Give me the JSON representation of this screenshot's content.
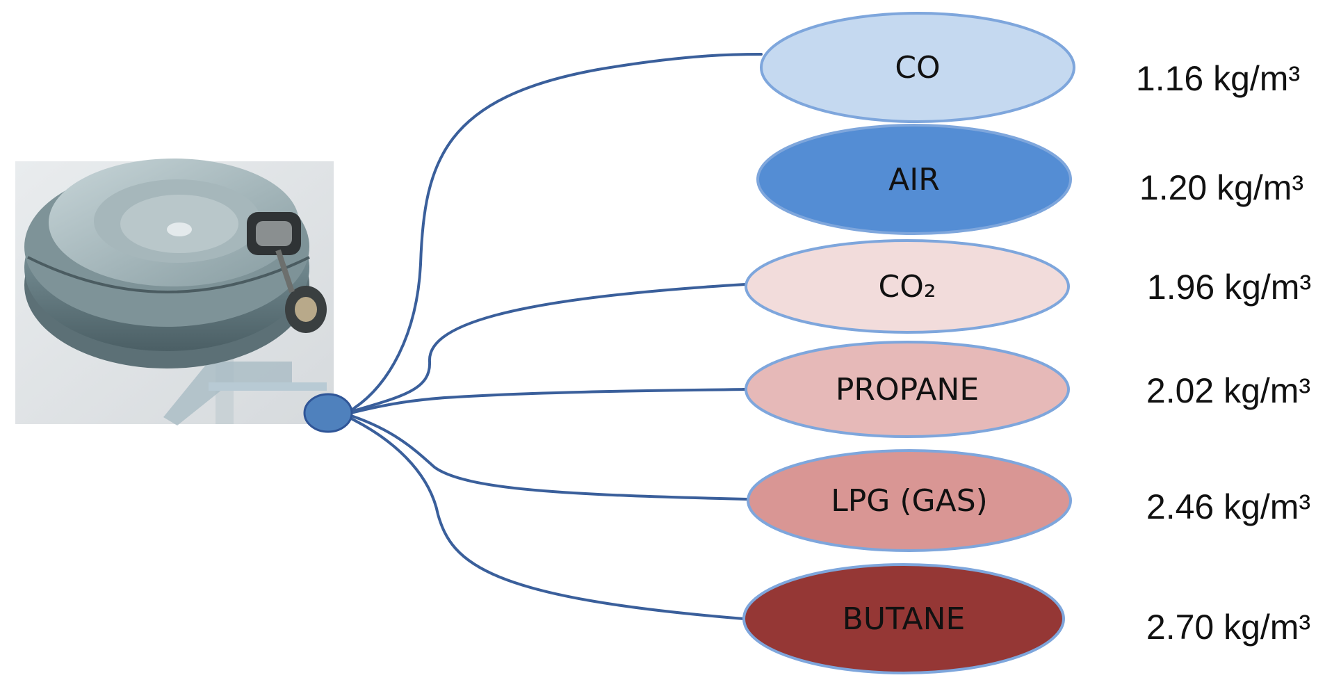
{
  "gases": [
    {
      "name": "CO",
      "density": "1.16 kg/m³",
      "fill": "#c5d9f0",
      "stroke": "#7ea6dc",
      "text": "#111111"
    },
    {
      "name": "AIR",
      "density": "1.20 kg/m³",
      "fill": "#548dd4",
      "stroke": "#7ea6dc",
      "text": "#111111"
    },
    {
      "name": "CO₂",
      "density": "1.96 kg/m³",
      "fill": "#f2dcdb",
      "stroke": "#7ea6dc",
      "text": "#111111"
    },
    {
      "name": "PROPANE",
      "density": "2.02 kg/m³",
      "fill": "#e6b9b8",
      "stroke": "#7ea6dc",
      "text": "#111111"
    },
    {
      "name": "LPG (GAS)",
      "density": "2.46 kg/m³",
      "fill": "#d99694",
      "stroke": "#7ea6dc",
      "text": "#111111"
    },
    {
      "name": "BUTANE",
      "density": "2.70 kg/m³",
      "fill": "#953735",
      "stroke": "#7ea6dc",
      "text": "#111111"
    }
  ],
  "colors": {
    "connector": "#3a5f9b",
    "hub_fill": "#4f81bd",
    "hub_stroke": "#2f5597"
  },
  "illustration": {
    "icon": "gas-sensor-device-icon"
  }
}
